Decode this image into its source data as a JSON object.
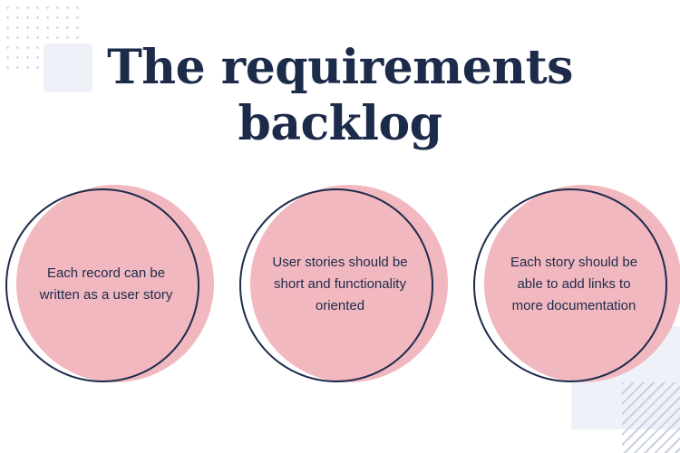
{
  "title": {
    "line1": "The requirements",
    "line2": "backlog"
  },
  "items": [
    {
      "text": "Each record can be written as a user story"
    },
    {
      "text": "User stories should be short and functionality oriented"
    },
    {
      "text": "Each story should be able to add links to more documentation"
    }
  ],
  "colors": {
    "navy": "#1d2b4a",
    "pink": "#f2b8c0",
    "light_blue": "#eef2f8"
  }
}
